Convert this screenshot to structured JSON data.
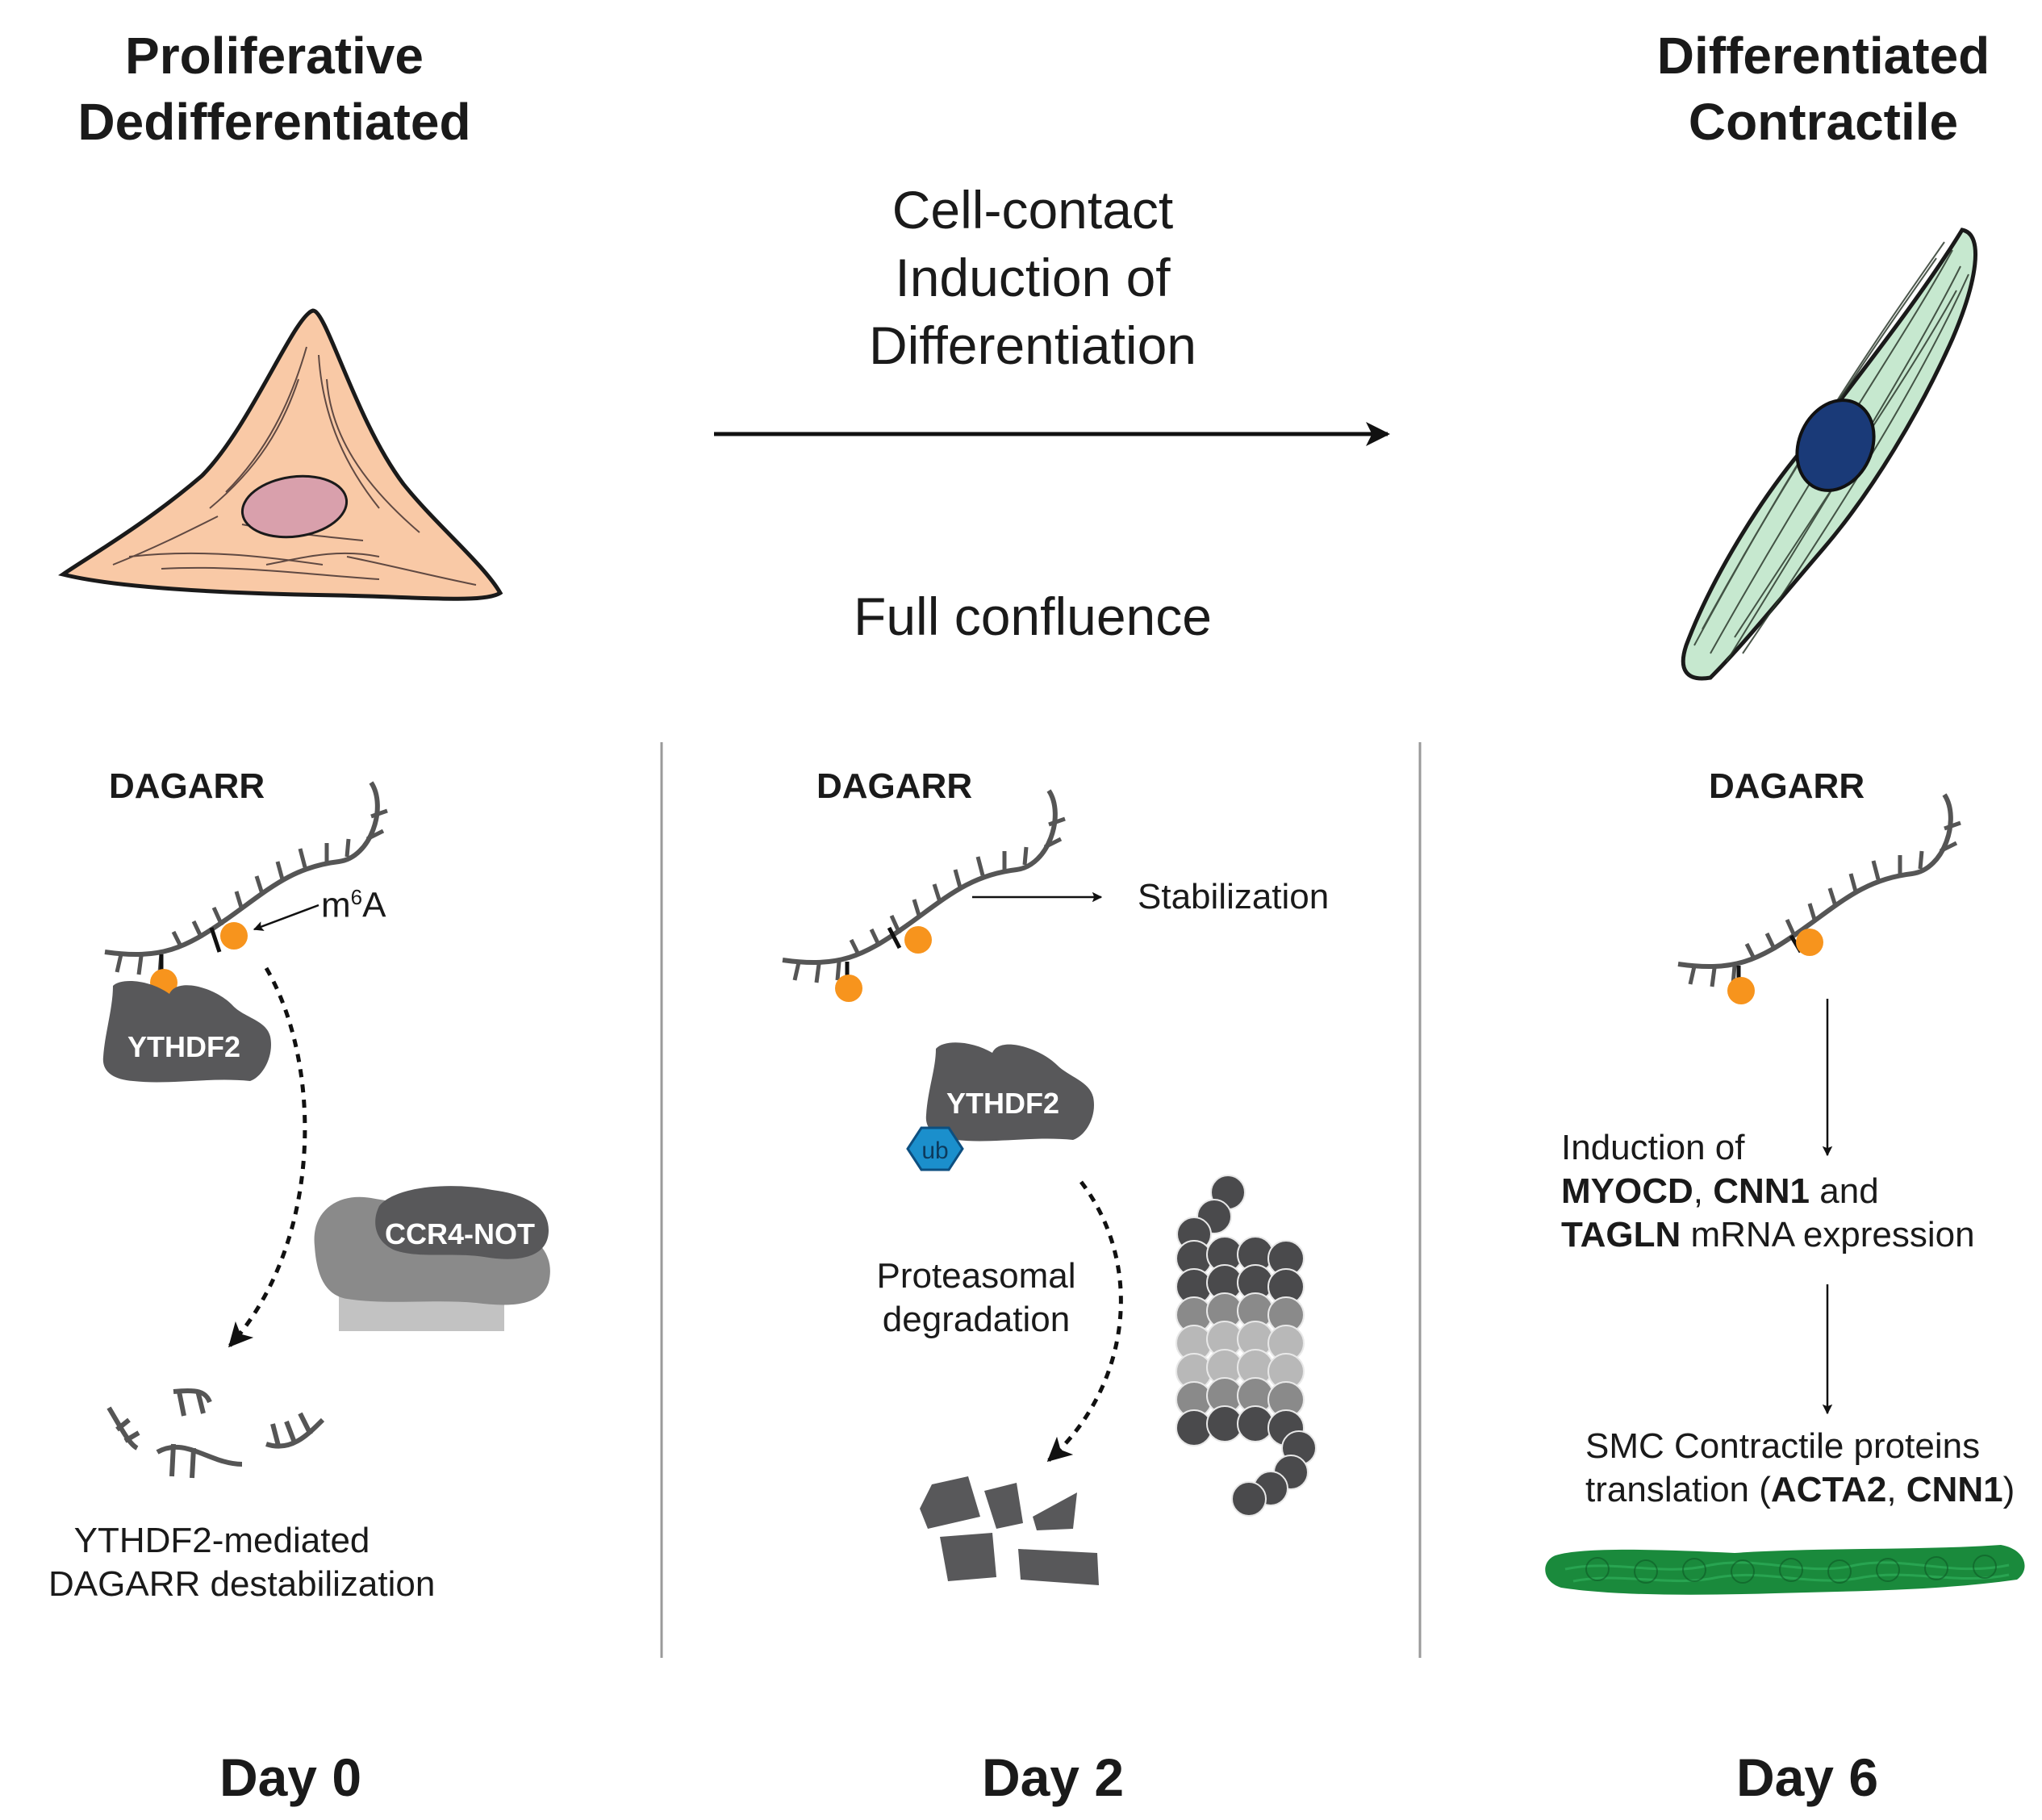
{
  "titles": {
    "left_line1": "Proliferative",
    "left_line2": "Dedifferentiated",
    "right_line1": "Differentiated",
    "right_line2": "Contractile"
  },
  "transition": {
    "line1": "Cell-contact",
    "line2": "Induction of",
    "line3": "Differentiation",
    "below": "Full confluence"
  },
  "panel_day0": {
    "rna_label": "DAGARR",
    "modification_prefix": "m",
    "modification_sup": "6",
    "modification_suffix": "A",
    "reader_protein": "YTHDF2",
    "complex_protein": "CCR4-NOT",
    "caption_line1": "YTHDF2-mediated",
    "caption_line2": "DAGARR destabilization",
    "day": "Day 0"
  },
  "panel_day2": {
    "rna_label": "DAGARR",
    "stabilization": "Stabilization",
    "reader_protein": "YTHDF2",
    "ub_tag": "ub",
    "degradation_line1": "Proteasomal",
    "degradation_line2": "degradation",
    "day": "Day 2"
  },
  "panel_day6": {
    "rna_label": "DAGARR",
    "induction_line1": "Induction of",
    "gene1": "MYOCD",
    "sep1": ", ",
    "gene2": "CNN1",
    "and_word": " and",
    "gene3": "TAGLN",
    "mrna_suffix": " mRNA expression",
    "smc_line1": "SMC Contractile proteins",
    "translation_prefix": "translation (",
    "protein1": "ACTA2",
    "sep2": ", ",
    "protein2": "CNN1",
    "close_paren": ")",
    "day": "Day 6"
  },
  "colors": {
    "orange_cell": "#f9c9a6",
    "nucleus_pink": "#d9a0ac",
    "green_cell": "#c6e8cf",
    "nucleus_blue": "#1a3a78",
    "m6a_orange": "#f7941d",
    "protein_dark": "#58585a",
    "ub_blue": "#1b8fcc",
    "fiber_green": "#1a8a3c"
  }
}
